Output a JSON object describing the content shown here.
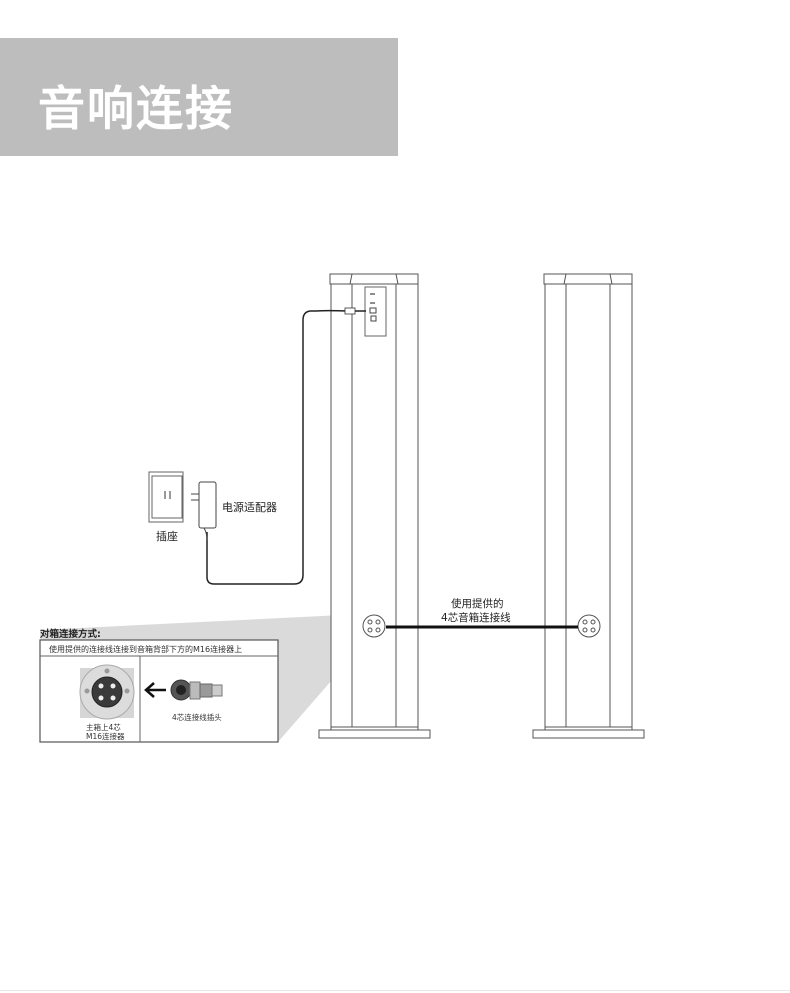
{
  "header": {
    "title": "音响连接"
  },
  "labels": {
    "socket": "插座",
    "adapter": "电源适配器",
    "cable_line1": "使用提供的",
    "cable_line2": "4芯音箱连接线"
  },
  "inset": {
    "heading": "对箱连接方式:",
    "instruction": "使用提供的连接线连接到音箱背部下方的M16连接器上",
    "connector_label_line1": "主箱上4芯",
    "connector_label_line2": "M16连接器",
    "plug_label": "4芯连接线插头"
  }
}
